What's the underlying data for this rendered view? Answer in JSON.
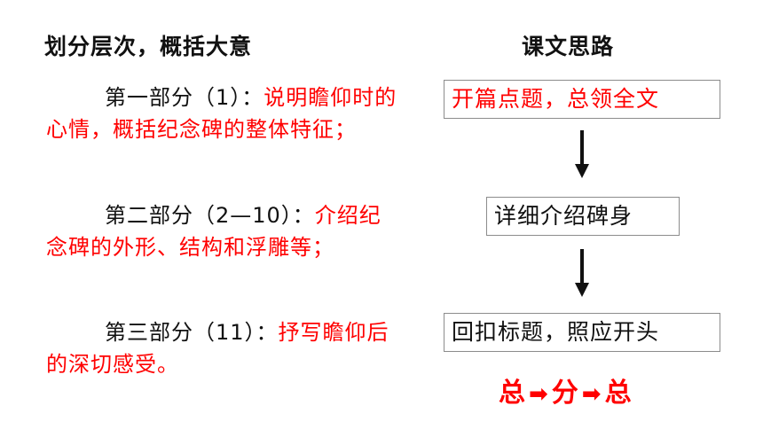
{
  "left": {
    "title": "划分层次，概括大意",
    "parts": [
      {
        "lead": "第一部分（1）：",
        "content": "说明瞻仰时的心情，概括纪念碑的整体特征；"
      },
      {
        "lead": "第二部分（2—10）：",
        "content": "介绍纪念碑的外形、结构和浮雕等；"
      },
      {
        "lead": "第三部分（11）：",
        "content": "抒写瞻仰后的深切感受。"
      }
    ]
  },
  "right": {
    "title": "课文思路",
    "steps": [
      "开篇点题，总领全文",
      "详细介绍碑身",
      "回扣标题，照应开头"
    ],
    "summary": {
      "a": "总",
      "b": "分",
      "c": "总",
      "arrow": "➡"
    }
  },
  "colors": {
    "accent": "#ff0000",
    "text": "#111111",
    "border": "#8c8c8c"
  }
}
